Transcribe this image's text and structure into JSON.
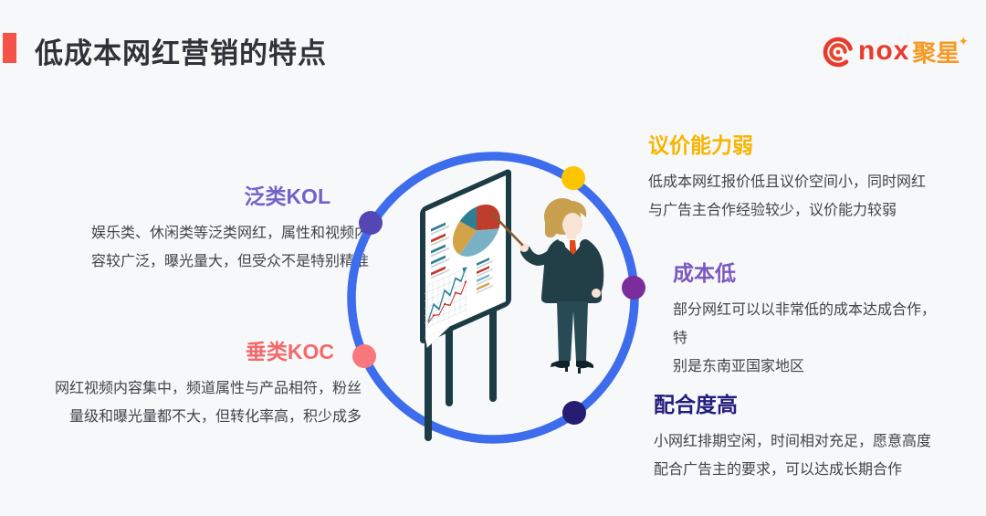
{
  "page": {
    "background_color": "#f7f8fa"
  },
  "header": {
    "accent_bar_color": "#f4534a",
    "title": "低成本网红营销的特点",
    "title_color": "#2f3338",
    "logo": {
      "icon": "nox-rings-logo-icon",
      "brand": "nox",
      "brand_color": "#e73b2d",
      "suffix": "聚星",
      "suffix_color": "#f59a23",
      "star": "✦",
      "star_color": "#f7a428"
    }
  },
  "features": {
    "body_text_color": "#40454a",
    "left": [
      {
        "title": "泛类KOL",
        "title_color": "#7362c8",
        "dot_color": "#5447b5",
        "lines": [
          "娱乐类、休闲类等泛类网红，属性和视频内",
          "容较广泛，曝光量大，但受众不是特别精准"
        ]
      },
      {
        "title": "垂类KOC",
        "title_color": "#f5696b",
        "dot_color": "#f8787e",
        "lines": [
          "网红视频内容集中，频道属性与产品相符，粉丝",
          "量级和曝光量都不大，但转化率高，积少成多"
        ]
      }
    ],
    "right": [
      {
        "title": "议价能力弱",
        "title_color": "#f7b500",
        "dot_color": "#fdc400",
        "lines": [
          "低成本网红报价低且议价空间小，同时网红",
          "与广告主合作经验较少，议价能力较弱"
        ]
      },
      {
        "title": "成本低",
        "title_color": "#7a58c1",
        "dot_color": "#7b2d9e",
        "lines": [
          "部分网红可以以非常低的成本达成合作，特",
          "别是东南亚国家地区"
        ]
      },
      {
        "title": "配合度高",
        "title_color": "#211c7e",
        "dot_color": "#241d72",
        "lines": [
          "小网红排期空闲，时间相对充足，愿意高度",
          "配合广告主的要求，可以达成长期合作"
        ]
      }
    ]
  },
  "illustration": {
    "name": "presenter-at-flipchart",
    "circle_color": "#3d6cec",
    "flipchart": {
      "frame_color": "#1c3b45",
      "paper_color": "#ffffff",
      "pie_colors": [
        "#bf3d2d",
        "#79b2c6",
        "#d3a348",
        "#2e7f93"
      ],
      "line_series_colors": [
        "#2e7f93",
        "#c0392b"
      ]
    },
    "person": {
      "suit_color": "#223f48",
      "pants_color": "#274a55",
      "hair_color": "#c8a050",
      "skin_color": "#f7e4d5",
      "tie_color": "#e04a1d",
      "pointer_color": "#8a5a2e"
    }
  }
}
